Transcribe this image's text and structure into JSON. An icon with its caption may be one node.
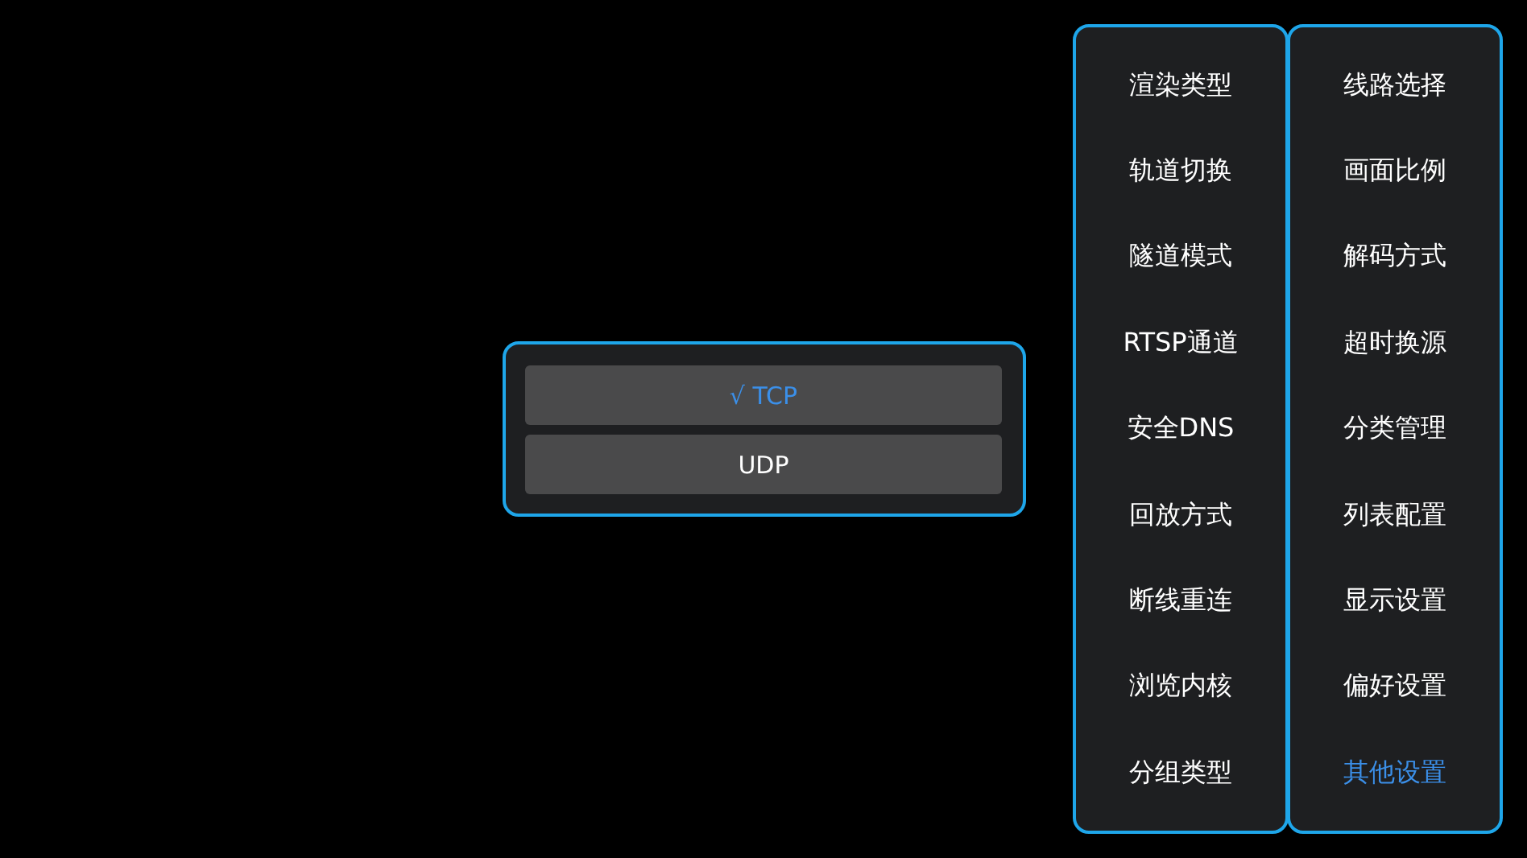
{
  "diagram": {
    "nodes": [
      {
        "text": [],
        "shape": "box"
      },
      {
        "text": [
          "√ TCP"
        ],
        "in": 0
      },
      {
        "text": [
          "UDP"
        ],
        "in": 0
      },
      {
        "text": [],
        "shape": "box"
      },
      {
        "text": [],
        "shape": "box",
        "in": 3
      },
      {
        "text": [
          "渲染类型"
        ],
        "in": 4
      },
      {
        "text": [
          "轨道切换"
        ],
        "in": 4
      },
      {
        "text": [
          "隧道模式"
        ],
        "in": 4
      },
      {
        "text": [
          "RTSP通道"
        ],
        "in": 4
      },
      {
        "text": [
          "安全DNS"
        ],
        "in": 4
      },
      {
        "text": [
          "回放方式"
        ],
        "in": 4
      },
      {
        "text": [
          "断线重连"
        ],
        "in": 4
      },
      {
        "text": [
          "浏览内核"
        ],
        "in": 4
      },
      {
        "text": [
          "分组类型"
        ],
        "in": 4
      },
      {
        "text": [],
        "shape": "box",
        "in": 3
      },
      {
        "text": [
          "线路选择"
        ],
        "in": 14
      },
      {
        "text": [
          "画面比例"
        ],
        "in": 14
      },
      {
        "text": [
          "解码方式"
        ],
        "in": 14
      },
      {
        "text": [
          "超时换源"
        ],
        "in": 14
      },
      {
        "text": [
          "分类管理"
        ],
        "in": 14
      },
      {
        "text": [
          "列表配置"
        ],
        "in": 14
      },
      {
        "text": [
          "显示设置"
        ],
        "in": 14
      },
      {
        "text": [
          "偏好设置"
        ],
        "in": 14
      },
      {
        "text": [
          "其他设置"
        ],
        "in": 14
      }
    ]
  }
}
